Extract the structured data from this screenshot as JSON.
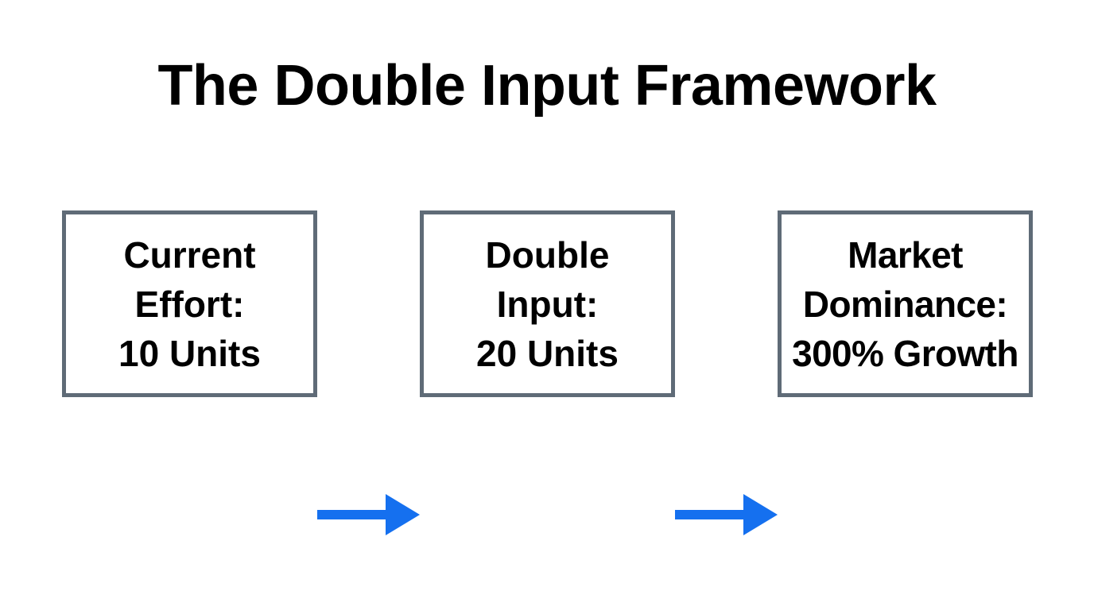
{
  "slide": {
    "title": "The Double Input Framework",
    "background_color": "#ffffff",
    "title_color": "#000000"
  },
  "theme": {
    "box_border_color": "#5f6b77",
    "box_fill_color": "#ffffff",
    "arrow_color": "#1570ef",
    "text_color": "#000000"
  },
  "diagram": {
    "type": "flow",
    "orientation": "horizontal",
    "nodes": [
      {
        "id": "current-effort",
        "lines": [
          "Current",
          "Effort:",
          "10 Units"
        ],
        "label": "Current Effort: 10 Units",
        "metric_value": "10",
        "metric_unit": "Units"
      },
      {
        "id": "double-input",
        "lines": [
          "Double",
          "Input:",
          "20 Units"
        ],
        "label": "Double Input: 20 Units",
        "metric_value": "20",
        "metric_unit": "Units"
      },
      {
        "id": "market-dominance",
        "lines": [
          "Market",
          "Dominance:",
          "300% Growth"
        ],
        "label": "Market Dominance: 300% Growth",
        "metric_value": "300%",
        "metric_unit": "Growth"
      }
    ],
    "connectors": [
      {
        "id": "arrow-1",
        "from": "current-effort",
        "to": "double-input",
        "shape": "right-arrow"
      },
      {
        "id": "arrow-2",
        "from": "double-input",
        "to": "market-dominance",
        "shape": "right-arrow"
      }
    ]
  }
}
